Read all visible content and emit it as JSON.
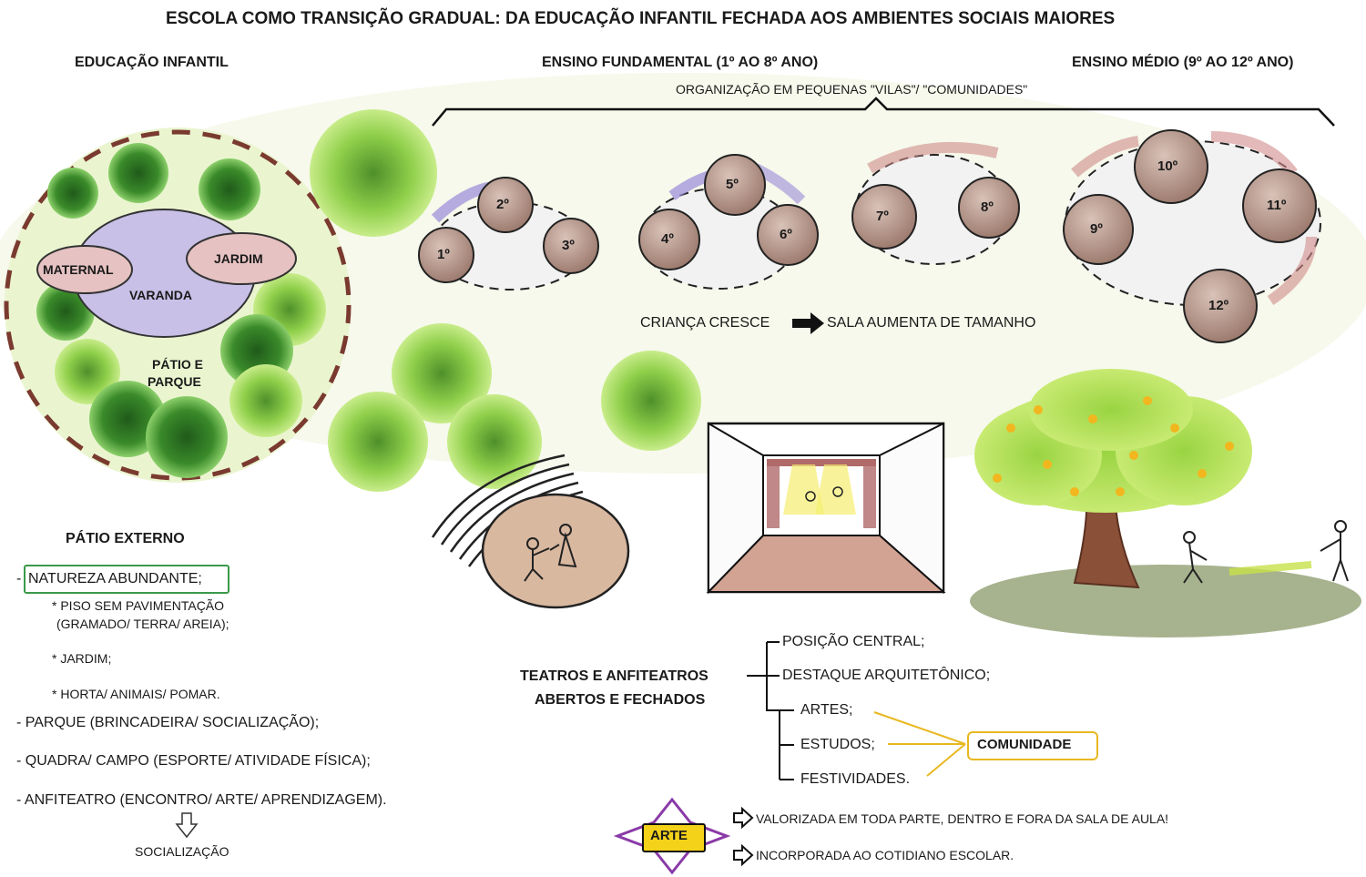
{
  "title": "ESCOLA COMO TRANSIÇÃO GRADUAL: DA EDUCAÇÃO INFANTIL FECHADA AOS AMBIENTES SOCIAIS MAIORES",
  "headers": {
    "infantil": "EDUCAÇÃO INFANTIL",
    "fundamental": "ENSINO FUNDAMENTAL (1º AO 8º ANO)",
    "medio": "ENSINO MÉDIO (9º AO 12º ANO)",
    "vilas": "ORGANIZAÇÃO EM PEQUENAS \"VILAS\"/ \"COMUNIDADES\""
  },
  "infantil_map": {
    "maternal": "MATERNAL",
    "jardim": "JARDIM",
    "varanda": "VARANDA",
    "patio_1": "PÁTIO E",
    "patio_2": "PARQUE"
  },
  "classrooms": [
    "1º",
    "2º",
    "3º",
    "4º",
    "5º",
    "6º",
    "7º",
    "8º",
    "9º",
    "10º",
    "11º",
    "12º"
  ],
  "growth": {
    "left": "CRIANÇA CRESCE",
    "right": "SALA AUMENTA DE TAMANHO"
  },
  "patio": {
    "title": "PÁTIO EXTERNO",
    "natureza": "NATUREZA ABUNDANTE;",
    "natureza_prefix": "- ",
    "sub": [
      "* PISO SEM PAVIMENTAÇÃO",
      "(GRAMADO/ TERRA/ AREIA);",
      "* JARDIM;",
      "* HORTA/ ANIMAIS/ POMAR."
    ],
    "items": [
      "- PARQUE (BRINCADEIRA/ SOCIALIZAÇÃO);",
      "- QUADRA/ CAMPO (ESPORTE/ ATIVIDADE FÍSICA);",
      "- ANFITEATRO (ENCONTRO/ ARTE/ APRENDIZAGEM)."
    ],
    "socializacao": "SOCIALIZAÇÃO"
  },
  "teatros": {
    "title_1": "TEATROS E ANFITEATROS",
    "title_2": "ABERTOS E FECHADOS",
    "branches": [
      "POSIÇÃO CENTRAL;",
      "DESTAQUE ARQUITETÔNICO;",
      "ARTES;",
      "ESTUDOS;",
      "FESTIVIDADES."
    ],
    "comunidade": "COMUNIDADE"
  },
  "arte": {
    "label": "ARTE",
    "lines": [
      "VALORIZADA EM TODA PARTE, DENTRO E FORA DA SALA DE AULA!",
      "INCORPORADA AO COTIDIANO ESCOLAR."
    ]
  },
  "colors": {
    "room_fill": "#b89a90",
    "varanda_fill": "#c9c0e8",
    "comunidade_border": "#e8b820",
    "natureza_border": "#3a9a4a",
    "arte_star": "#8a3aa8",
    "arte_fill": "#f5d21a"
  }
}
